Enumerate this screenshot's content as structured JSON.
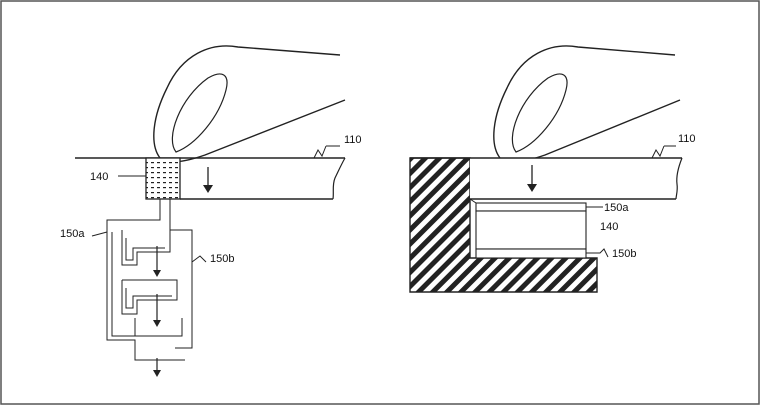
{
  "labels": {
    "l110_left": "110",
    "l140_left": "140",
    "l150a_left": "150a",
    "l150b_left": "150b",
    "l110_right": "110",
    "l150a_right": "150a",
    "l140_right": "140",
    "l150b_right": "150b"
  },
  "colors": {
    "line": "#222222",
    "border": "#555555",
    "background": "#ffffff"
  }
}
